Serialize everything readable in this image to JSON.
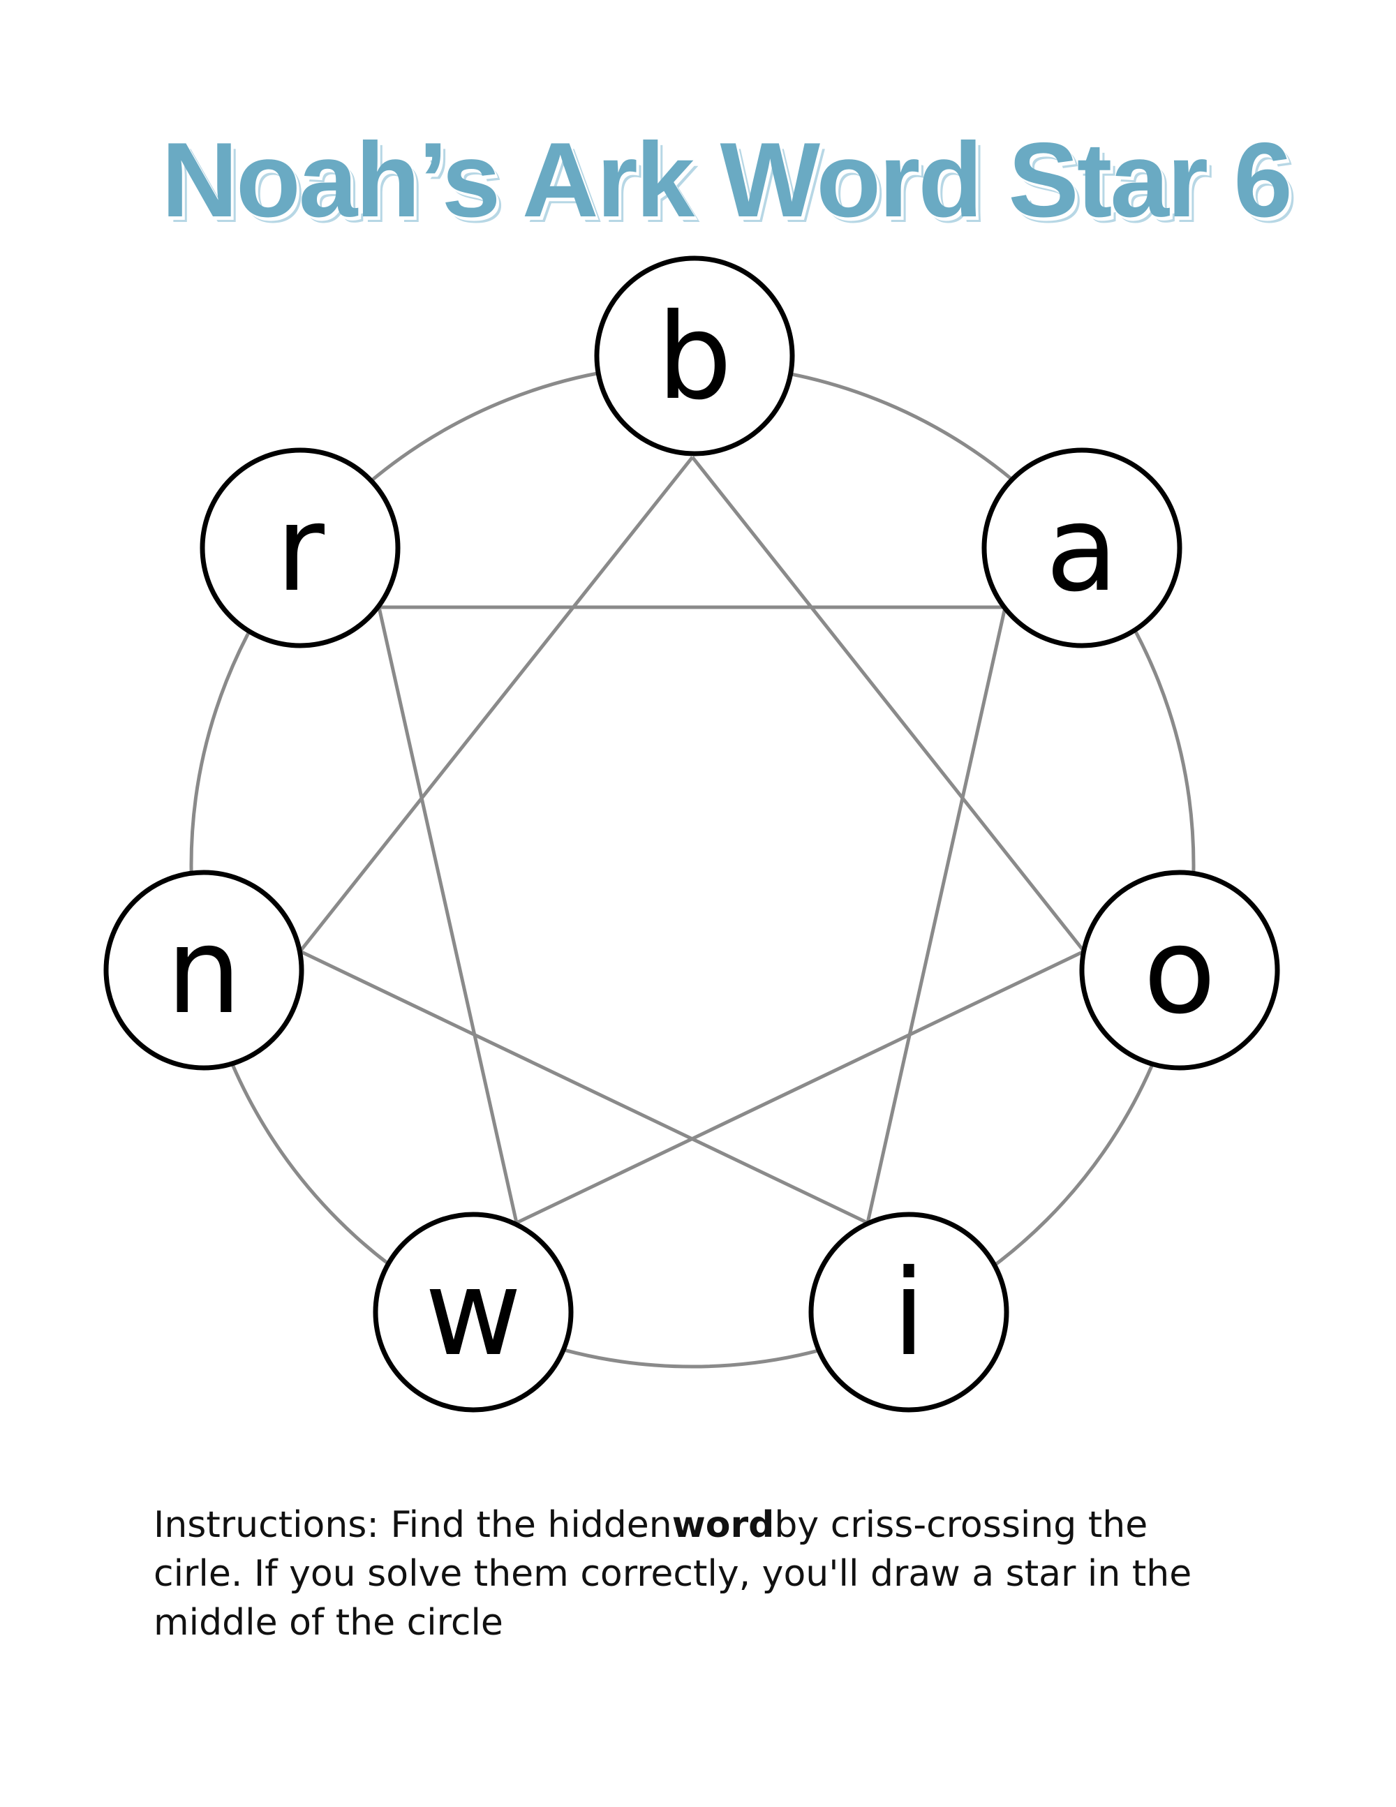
{
  "title": "Noah’s Ark Word Star 6",
  "letters": [
    "b",
    "a",
    "o",
    "i",
    "w",
    "n",
    "r"
  ],
  "instructions": {
    "before": "Instructions: Find the hidden",
    "bold": "word",
    "after": "by criss-crossing the cirle. If you solve them correctly, you'll draw a star in the middle of the circle"
  },
  "colors": {
    "title": "#6aaac3",
    "lines": "#8a8a8a",
    "node_outline": "#000000"
  }
}
